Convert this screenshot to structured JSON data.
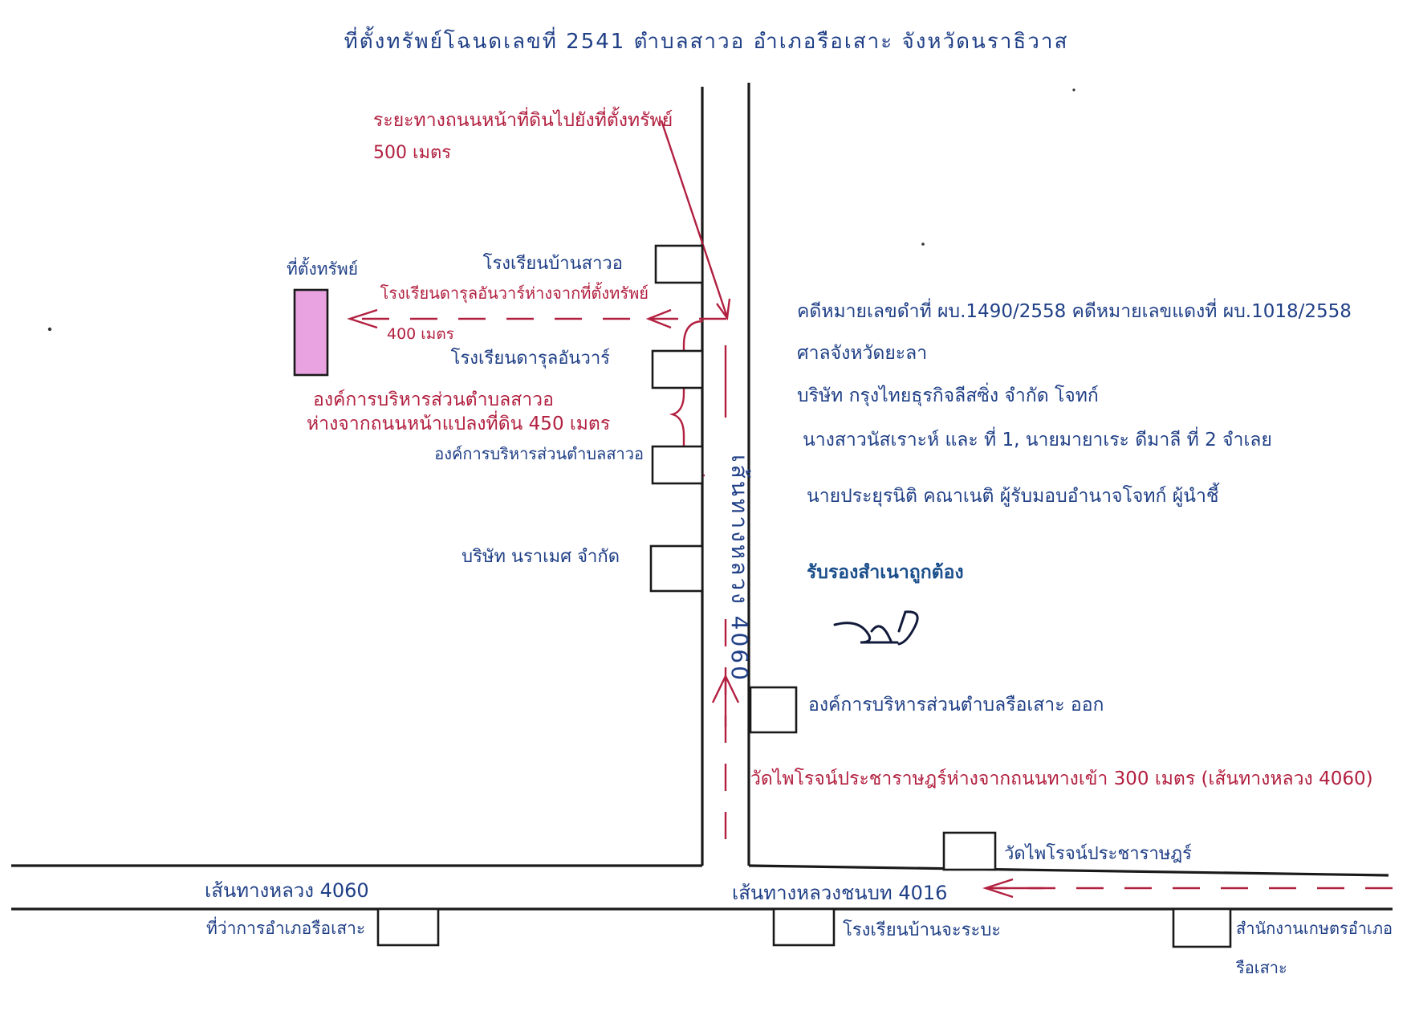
{
  "title": "ที่ตั้งทรัพย์โฉนดเลขที่ 2541 ตำบลสาวอ อำเภอรือเสาะ จังหวัดนราธิวาส",
  "annotations": {
    "road_distance_note_line1": "ระยะทางถนนหน้าที่ดินไปยังที่ตั้งทรัพย์",
    "road_distance_note_line2": "500 เมตร",
    "property_label": "ที่ตั้งทรัพย์",
    "school_distance_note": "โรงเรียนดารุลอันวาร์ห่างจากที่ตั้งทรัพย์",
    "school_distance_value": "400 เมตร",
    "sao_distance_line1": "องค์การบริหารส่วนตำบลสาวอ",
    "sao_distance_line2": "ห่างจากถนนหน้าแปลงที่ดิน 450 เมตร",
    "temple_distance_note": "วัดไพโรจน์ประชาราษฎร์ห่างจากถนนทางเข้า 300 เมตร (เส้นทางหลวง 4060)"
  },
  "landmarks": {
    "school_ban_sawo": "โรงเรียนบ้านสาวอ",
    "school_darul_anwar": "โรงเรียนดารุลอันวาร์",
    "sao_sawo": "องค์การบริหารส่วนตำบลสาวอ",
    "company": "บริษัท นราเมศ จำกัด",
    "sao_rueso": "องค์การบริหารส่วนตำบลรือเสาะ ออก",
    "temple": "วัดไพโรจน์ประชาราษฎร์",
    "district_office": "ที่ว่าการอำเภอรือเสาะ",
    "school_ban_charabe": "โรงเรียนบ้านจะระบะ",
    "land_office_line1": "สำนักงานเกษตรอำเภอ",
    "land_office_line2": "รือเสาะ"
  },
  "roads": {
    "vertical_road": "เส้นทางหลวง 4060",
    "horizontal_left": "เส้นทางหลวง 4060",
    "horizontal_mid": "เส้นทางหลวงชนบท 4016"
  },
  "case_info": {
    "line1": "คดีหมายเลขดำที่ ผบ.1490/2558 คดีหมายเลขแดงที่ ผบ.1018/2558",
    "line2": "ศาลจังหวัดยะลา",
    "line3": "บริษัท กรุงไทยธุรกิจลีสซิ่ง จำกัด โจทก์",
    "line4": "นางสาวนัสเราะห์ และ ที่ 1, นายมายาเระ ดีมาลี ที่ 2 จำเลย",
    "line5": "นายประยุรนิติ คณาเนติ ผู้รับมอบอำนาจโจทก์ ผู้นำชี้"
  },
  "certification": {
    "stamp": "รับรองสำเนาถูกต้อง",
    "signature": "ν4ς"
  },
  "colors": {
    "ink_blue": "#1f3f86",
    "ink_red": "#b22040",
    "property_fill": "#e9a3e0",
    "stamp_blue": "#1b4f8c"
  }
}
